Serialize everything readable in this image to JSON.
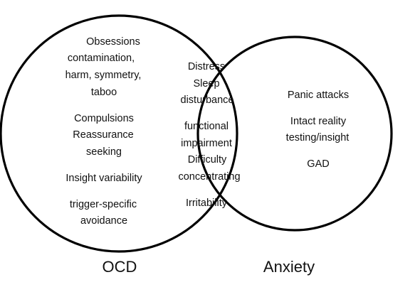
{
  "sets": {
    "left": {
      "title": "OCD"
    },
    "right": {
      "title": "Anxiety"
    }
  },
  "ocd_only": {
    "obsessions": [
      "Obsessions",
      "contamination,",
      "harm, symmetry,",
      "taboo"
    ],
    "compulsions": [
      "Compulsions",
      "Reassurance",
      "seeking"
    ],
    "insight": "Insight variability",
    "avoidance": [
      "trigger-specific",
      "avoidance"
    ]
  },
  "shared": {
    "distress": "Distress",
    "sleep": [
      "Sleep",
      "disturbance"
    ],
    "impairment": [
      "functional",
      "impairment"
    ],
    "concentration": [
      "Difficulty",
      "concentrating"
    ],
    "irritability": "Irritability"
  },
  "anxiety_only": {
    "panic": "Panic attacks",
    "reality": [
      "Intact reality",
      "testing/insight"
    ],
    "gad": "GAD"
  },
  "colors": {
    "outline": "#000000",
    "text": "#111111",
    "background": "#ffffff"
  }
}
